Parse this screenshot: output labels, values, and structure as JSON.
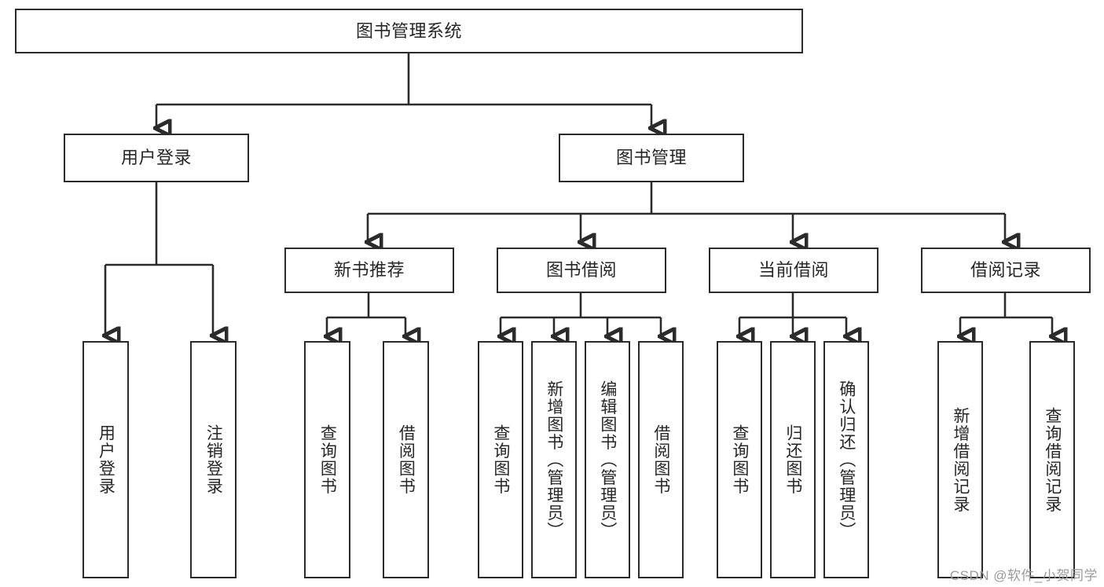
{
  "diagram": {
    "title": "图书管理系统",
    "type": "tree-hierarchy-diagram",
    "watermark": "CSDN @软件_小贺同学",
    "colors": {
      "stroke": "#2b2b2b",
      "fill": "#ffffff",
      "text": "#262626",
      "watermark": "#9a9a9a"
    },
    "root": {
      "label": "图书管理系统"
    },
    "level2": [
      {
        "label": "用户登录"
      },
      {
        "label": "图书管理"
      }
    ],
    "level3": [
      {
        "label": "新书推荐"
      },
      {
        "label": "图书借阅"
      },
      {
        "label": "当前借阅"
      },
      {
        "label": "借阅记录"
      }
    ],
    "leaves": {
      "user_login": [
        {
          "label": "用户登录"
        },
        {
          "label": "注销登录"
        }
      ],
      "new_book_recommend": [
        {
          "label": "查询图书"
        },
        {
          "label": "借阅图书"
        }
      ],
      "book_borrow": [
        {
          "label": "查询图书"
        },
        {
          "label": "新增图书（管理员）"
        },
        {
          "label": "编辑图书（管理员）"
        },
        {
          "label": "借阅图书"
        }
      ],
      "current_borrow": [
        {
          "label": "查询图书"
        },
        {
          "label": "归还图书"
        },
        {
          "label": "确认归还（管理员）"
        }
      ],
      "borrow_record": [
        {
          "label": "新增借阅记录"
        },
        {
          "label": "查询借阅记录"
        }
      ]
    }
  }
}
